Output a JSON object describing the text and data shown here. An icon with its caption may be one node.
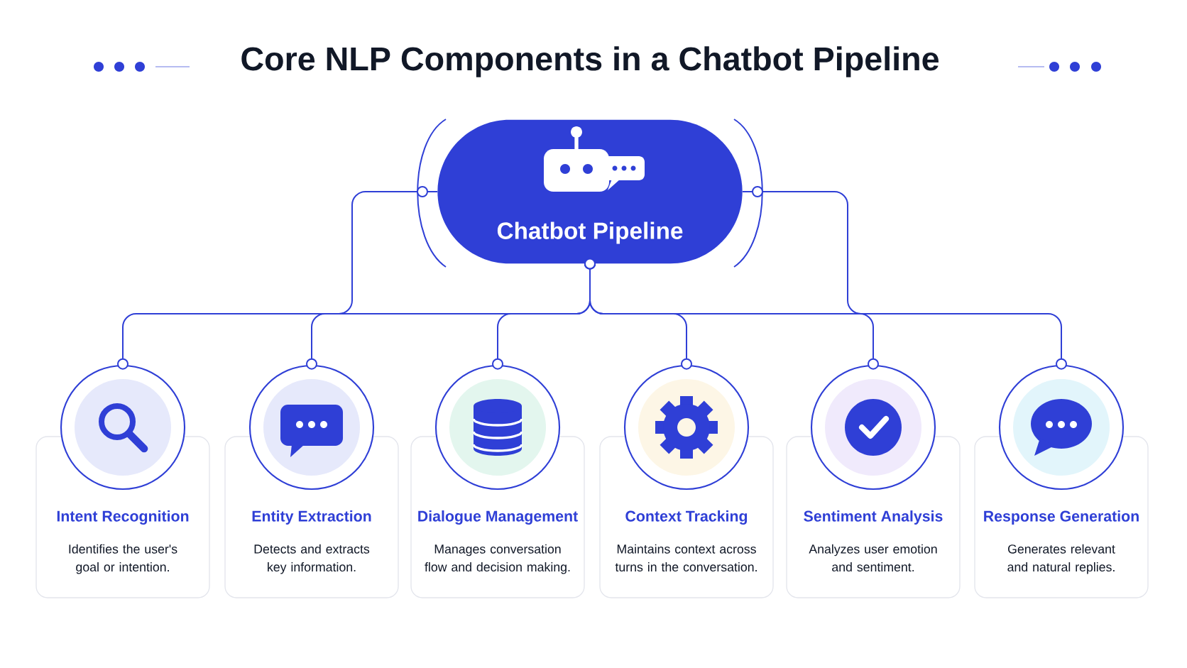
{
  "diagram": {
    "title": "Core NLP Components in a Chatbot Pipeline",
    "nodes": [
      {
        "text": [
          "Chatbot Pipeline"
        ]
      },
      {
        "text": [
          "Intent Recognition",
          "Identifies the user's goal or intention."
        ]
      },
      {
        "text": [
          "Entity Extraction",
          "Detects and extracts key information."
        ]
      },
      {
        "text": [
          "Dialogue Management",
          "Manages conversation flow and decision making."
        ]
      },
      {
        "text": [
          "Context Tracking",
          "Maintains context across turns in the conversation."
        ]
      },
      {
        "text": [
          "Sentiment Analysis",
          "Analyzes user emotion and sentiment."
        ]
      },
      {
        "text": [
          "Response Generation",
          "Generates relevant and natural replies."
        ]
      }
    ],
    "edges": [
      {
        "from": 0,
        "to": 1,
        "arrow": "other"
      },
      {
        "from": 0,
        "to": 2,
        "arrow": "other"
      },
      {
        "from": 0,
        "to": 3,
        "arrow": "other"
      },
      {
        "from": 0,
        "to": 4,
        "arrow": "other"
      },
      {
        "from": 0,
        "to": 5,
        "arrow": "other"
      },
      {
        "from": 0,
        "to": 6,
        "arrow": "other"
      }
    ]
  }
}
